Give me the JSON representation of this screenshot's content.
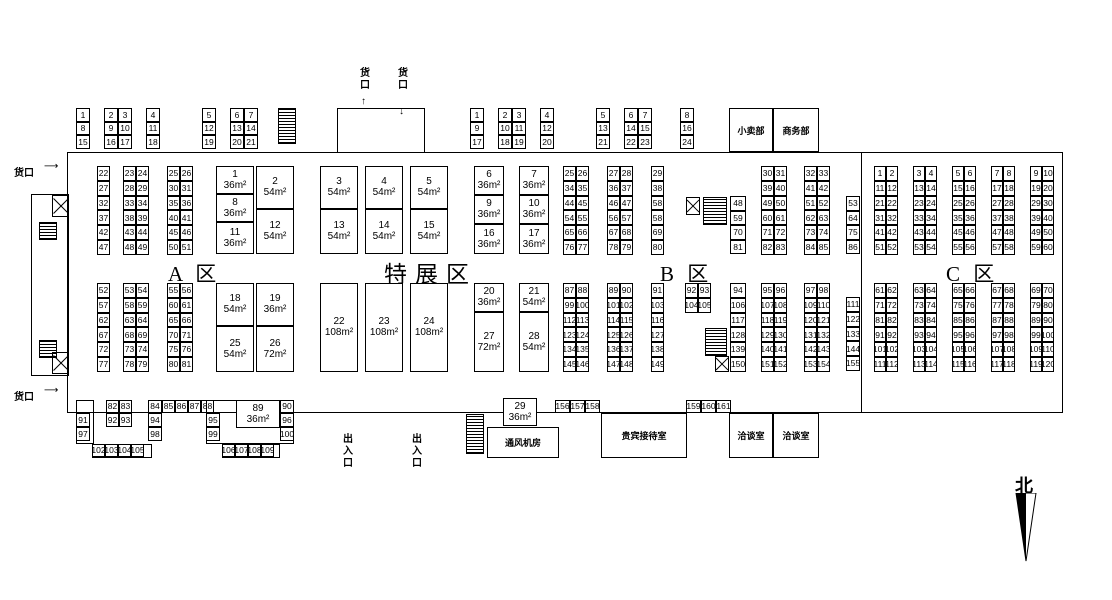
{
  "title": "特展区",
  "zones": {
    "a": "A 区",
    "b": "B 区",
    "c": "C 区",
    "special": "特展区"
  },
  "labels": {
    "cargo_west_top": "货口",
    "cargo_west_bottom": "货口",
    "cargo_north_1": "货口",
    "cargo_north_2": "货口",
    "exit_1": "出入口",
    "exit_2": "出入口",
    "north": "北"
  },
  "rooms": {
    "kiosk": "小卖部",
    "business": "商务部",
    "vip": "贵宾接待室",
    "ventilation": "通风机房",
    "meeting_1": "洽谈室",
    "meeting_2": "洽谈室"
  },
  "booths": {
    "nw": [
      {
        "n": "1",
        "r": 0,
        "c": 0
      },
      {
        "n": "8",
        "r": 1,
        "c": 0
      },
      {
        "n": "15",
        "r": 2,
        "c": 0
      },
      {
        "n": "2",
        "r": 0,
        "c": 2
      },
      {
        "n": "3",
        "r": 0,
        "c": 3
      },
      {
        "n": "9",
        "r": 1,
        "c": 2
      },
      {
        "n": "10",
        "r": 1,
        "c": 3
      },
      {
        "n": "16",
        "r": 2,
        "c": 2
      },
      {
        "n": "17",
        "r": 2,
        "c": 3
      },
      {
        "n": "4",
        "r": 0,
        "c": 5
      },
      {
        "n": "11",
        "r": 1,
        "c": 5
      },
      {
        "n": "18",
        "r": 2,
        "c": 5
      },
      {
        "n": "5",
        "r": 0,
        "c": 9
      },
      {
        "n": "12",
        "r": 1,
        "c": 9
      },
      {
        "n": "19",
        "r": 2,
        "c": 9
      },
      {
        "n": "6",
        "r": 0,
        "c": 11
      },
      {
        "n": "7",
        "r": 0,
        "c": 12
      },
      {
        "n": "13",
        "r": 1,
        "c": 11
      },
      {
        "n": "14",
        "r": 1,
        "c": 12
      },
      {
        "n": "20",
        "r": 2,
        "c": 11
      },
      {
        "n": "21",
        "r": 2,
        "c": 12
      }
    ],
    "ne": [
      {
        "n": "1",
        "r": 0,
        "c": 0
      },
      {
        "n": "9",
        "r": 1,
        "c": 0
      },
      {
        "n": "17",
        "r": 2,
        "c": 0
      },
      {
        "n": "2",
        "r": 0,
        "c": 2
      },
      {
        "n": "3",
        "r": 0,
        "c": 3
      },
      {
        "n": "10",
        "r": 1,
        "c": 2
      },
      {
        "n": "11",
        "r": 1,
        "c": 3
      },
      {
        "n": "18",
        "r": 2,
        "c": 2
      },
      {
        "n": "19",
        "r": 2,
        "c": 3
      },
      {
        "n": "4",
        "r": 0,
        "c": 5
      },
      {
        "n": "12",
        "r": 1,
        "c": 5
      },
      {
        "n": "20",
        "r": 2,
        "c": 5
      },
      {
        "n": "5",
        "r": 0,
        "c": 9
      },
      {
        "n": "13",
        "r": 1,
        "c": 9
      },
      {
        "n": "21",
        "r": 2,
        "c": 9
      },
      {
        "n": "6",
        "r": 0,
        "c": 11
      },
      {
        "n": "7",
        "r": 0,
        "c": 12
      },
      {
        "n": "14",
        "r": 1,
        "c": 11
      },
      {
        "n": "15",
        "r": 1,
        "c": 12
      },
      {
        "n": "22",
        "r": 2,
        "c": 11
      },
      {
        "n": "23",
        "r": 2,
        "c": 12
      },
      {
        "n": "8",
        "r": 0,
        "c": 15
      },
      {
        "n": "16",
        "r": 1,
        "c": 15
      },
      {
        "n": "24",
        "r": 2,
        "c": 15
      }
    ],
    "a_upper": [
      [
        "22",
        "23",
        "24",
        "25",
        "26"
      ],
      [
        "27",
        "28",
        "29",
        "30",
        "31"
      ],
      [
        "32",
        "33",
        "34",
        "35",
        "36"
      ],
      [
        "37",
        "38",
        "39",
        "40",
        "41"
      ],
      [
        "42",
        "43",
        "44",
        "45",
        "46"
      ],
      [
        "47",
        "48",
        "49",
        "50",
        "51"
      ]
    ],
    "a_lower": [
      [
        "52",
        "53",
        "54",
        "55",
        "56"
      ],
      [
        "57",
        "58",
        "59",
        "60",
        "61"
      ],
      [
        "62",
        "63",
        "64",
        "65",
        "66"
      ],
      [
        "67",
        "68",
        "69",
        "70",
        "71"
      ],
      [
        "72",
        "73",
        "74",
        "75",
        "76"
      ],
      [
        "77",
        "78",
        "79",
        "80",
        "81"
      ]
    ],
    "a_big": [
      {
        "n": "1",
        "a": "36m²"
      },
      {
        "n": "2",
        "a": "54m²"
      },
      {
        "n": "8",
        "a": "36m²"
      },
      {
        "n": "11",
        "a": "36m²"
      },
      {
        "n": "12",
        "a": "54m²"
      },
      {
        "n": "18",
        "a": "54m²"
      },
      {
        "n": "19",
        "a": "36m²"
      },
      {
        "n": "25",
        "a": "54m²"
      },
      {
        "n": "26",
        "a": "72m²"
      }
    ],
    "special": [
      {
        "n": "3",
        "a": "54m²"
      },
      {
        "n": "4",
        "a": "54m²"
      },
      {
        "n": "5",
        "a": "54m²"
      },
      {
        "n": "13",
        "a": "54m²"
      },
      {
        "n": "14",
        "a": "54m²"
      },
      {
        "n": "15",
        "a": "54m²"
      },
      {
        "n": "22",
        "a": "108m²"
      },
      {
        "n": "23",
        "a": "108m²"
      },
      {
        "n": "24",
        "a": "108m²"
      }
    ],
    "b_big": [
      {
        "n": "6",
        "a": "36m²"
      },
      {
        "n": "7",
        "a": "36m²"
      },
      {
        "n": "9",
        "a": "36m²"
      },
      {
        "n": "10",
        "a": "36m²"
      },
      {
        "n": "16",
        "a": "36m²"
      },
      {
        "n": "17",
        "a": "36m²"
      },
      {
        "n": "20",
        "a": "36m²"
      },
      {
        "n": "21",
        "a": "54m²"
      },
      {
        "n": "27",
        "a": "72m²"
      },
      {
        "n": "28",
        "a": "54m²"
      }
    ],
    "b_upper_left": [
      [
        "25",
        "26",
        "27",
        "28",
        "29"
      ],
      [
        "34",
        "35",
        "36",
        "37",
        "38"
      ],
      [
        "44",
        "45",
        "46",
        "47",
        "58"
      ],
      [
        "54",
        "55",
        "56",
        "57",
        "58"
      ],
      [
        "65",
        "66",
        "67",
        "68",
        "69"
      ],
      [
        "76",
        "77",
        "78",
        "79",
        "80"
      ]
    ],
    "b_upper_col": [
      "48",
      "59",
      "70",
      "81"
    ],
    "b_upper_right": [
      [
        "30",
        "31",
        "32",
        "33"
      ],
      [
        "39",
        "40",
        "41",
        "42"
      ],
      [
        "49",
        "50",
        "51",
        "52"
      ],
      [
        "60",
        "61",
        "62",
        "63"
      ],
      [
        "71",
        "72",
        "73",
        "74"
      ],
      [
        "82",
        "83",
        "84",
        "85"
      ]
    ],
    "b_edge": [
      "53",
      "64",
      "75",
      "86"
    ],
    "b_lower_left": [
      [
        "87",
        "88",
        "89",
        "90",
        "91"
      ],
      [
        "99",
        "100",
        "101",
        "102",
        "103"
      ],
      [
        "112",
        "113",
        "114",
        "115",
        "116"
      ],
      [
        "123",
        "124",
        "125",
        "126",
        "127"
      ],
      [
        "134",
        "135",
        "136",
        "137",
        "138"
      ],
      [
        "145",
        "146",
        "147",
        "148",
        "149"
      ]
    ],
    "b_mid": [
      [
        "92",
        "93"
      ],
      [
        "104",
        "105"
      ]
    ],
    "b_lower_col": [
      "94",
      "106",
      "117",
      "128",
      "139",
      "150"
    ],
    "b_lower_right": [
      [
        "95",
        "96",
        "97",
        "98"
      ],
      [
        "107",
        "108",
        "109",
        "110"
      ],
      [
        "118",
        "119",
        "120",
        "121"
      ],
      [
        "129",
        "130",
        "131",
        "132"
      ],
      [
        "140",
        "141",
        "142",
        "143"
      ],
      [
        "151",
        "152",
        "153",
        "154"
      ]
    ],
    "b_lower_edge": [
      "111",
      "122",
      "133",
      "144",
      "155"
    ],
    "c_upper": [
      [
        "1",
        "2",
        "3",
        "4",
        "5",
        "6",
        "7",
        "8",
        "9",
        "10"
      ],
      [
        "11",
        "12",
        "13",
        "14",
        "15",
        "16",
        "17",
        "18",
        "19",
        "20"
      ],
      [
        "21",
        "22",
        "23",
        "24",
        "25",
        "26",
        "27",
        "28",
        "29",
        "30"
      ],
      [
        "31",
        "32",
        "33",
        "34",
        "35",
        "36",
        "37",
        "38",
        "39",
        "40"
      ],
      [
        "41",
        "42",
        "43",
        "44",
        "45",
        "46",
        "47",
        "48",
        "49",
        "50"
      ],
      [
        "51",
        "52",
        "53",
        "54",
        "55",
        "56",
        "57",
        "58",
        "59",
        "60"
      ]
    ],
    "c_lower": [
      [
        "61",
        "62",
        "63",
        "64",
        "65",
        "66",
        "67",
        "68",
        "69",
        "70"
      ],
      [
        "71",
        "72",
        "73",
        "74",
        "75",
        "76",
        "77",
        "78",
        "79",
        "80"
      ],
      [
        "81",
        "82",
        "83",
        "84",
        "85",
        "86",
        "87",
        "88",
        "89",
        "90"
      ],
      [
        "91",
        "92",
        "93",
        "94",
        "95",
        "96",
        "97",
        "98",
        "99",
        "100"
      ],
      [
        "101",
        "102",
        "103",
        "104",
        "105",
        "106",
        "107",
        "108",
        "109",
        "110"
      ],
      [
        "111",
        "112",
        "113",
        "114",
        "115",
        "116",
        "117",
        "118",
        "119",
        "120"
      ]
    ],
    "s_left": [
      {
        "n": "91"
      },
      {
        "n": "97"
      },
      {
        "n": "82"
      },
      {
        "n": "83"
      },
      {
        "n": "92"
      },
      {
        "n": "93"
      },
      {
        "n": "84"
      },
      {
        "n": "94"
      },
      {
        "n": "98"
      },
      {
        "n": "85"
      },
      {
        "n": "86"
      },
      {
        "n": "87"
      },
      {
        "n": "88"
      },
      {
        "n": "95"
      },
      {
        "n": "99"
      },
      {
        "n": "102"
      },
      {
        "n": "103"
      },
      {
        "n": "104"
      },
      {
        "n": "105"
      },
      {
        "n": "106"
      },
      {
        "n": "107"
      },
      {
        "n": "108"
      },
      {
        "n": "109"
      },
      {
        "n": "90"
      },
      {
        "n": "96"
      },
      {
        "n": "100"
      }
    ],
    "s_89": {
      "n": "89",
      "a": "36m²"
    },
    "s_29": {
      "n": "29",
      "a": "36m²"
    },
    "s_right": [
      "156",
      "157",
      "158",
      "159",
      "160",
      "161"
    ]
  }
}
